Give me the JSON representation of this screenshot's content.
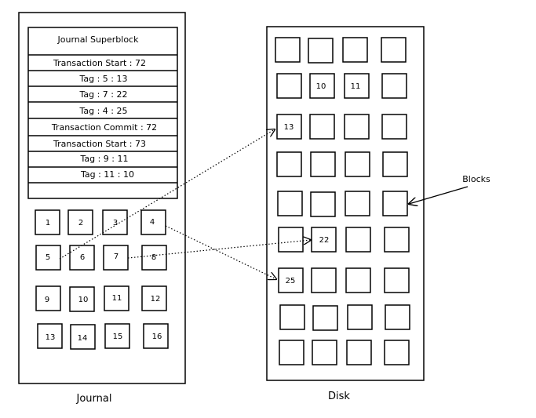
{
  "journal": {
    "label": "Journal",
    "entries": [
      "Journal Superblock",
      "Transaction Start : 72",
      "Tag : 5 : 13",
      "Tag : 7 : 22",
      "Tag : 4 : 25",
      "Transaction Commit : 72",
      "Transaction Start : 73",
      "Tag : 9 : 11",
      "Tag : 11 : 10",
      ""
    ],
    "blocks": [
      "1",
      "2",
      "3",
      "4",
      "5",
      "6",
      "7",
      "8",
      "9",
      "10",
      "11",
      "12",
      "13",
      "14",
      "15",
      "16"
    ]
  },
  "disk": {
    "label": "Disk",
    "numbered_blocks": [
      "10",
      "11",
      "13",
      "22",
      "25"
    ],
    "callout": "Blocks"
  }
}
